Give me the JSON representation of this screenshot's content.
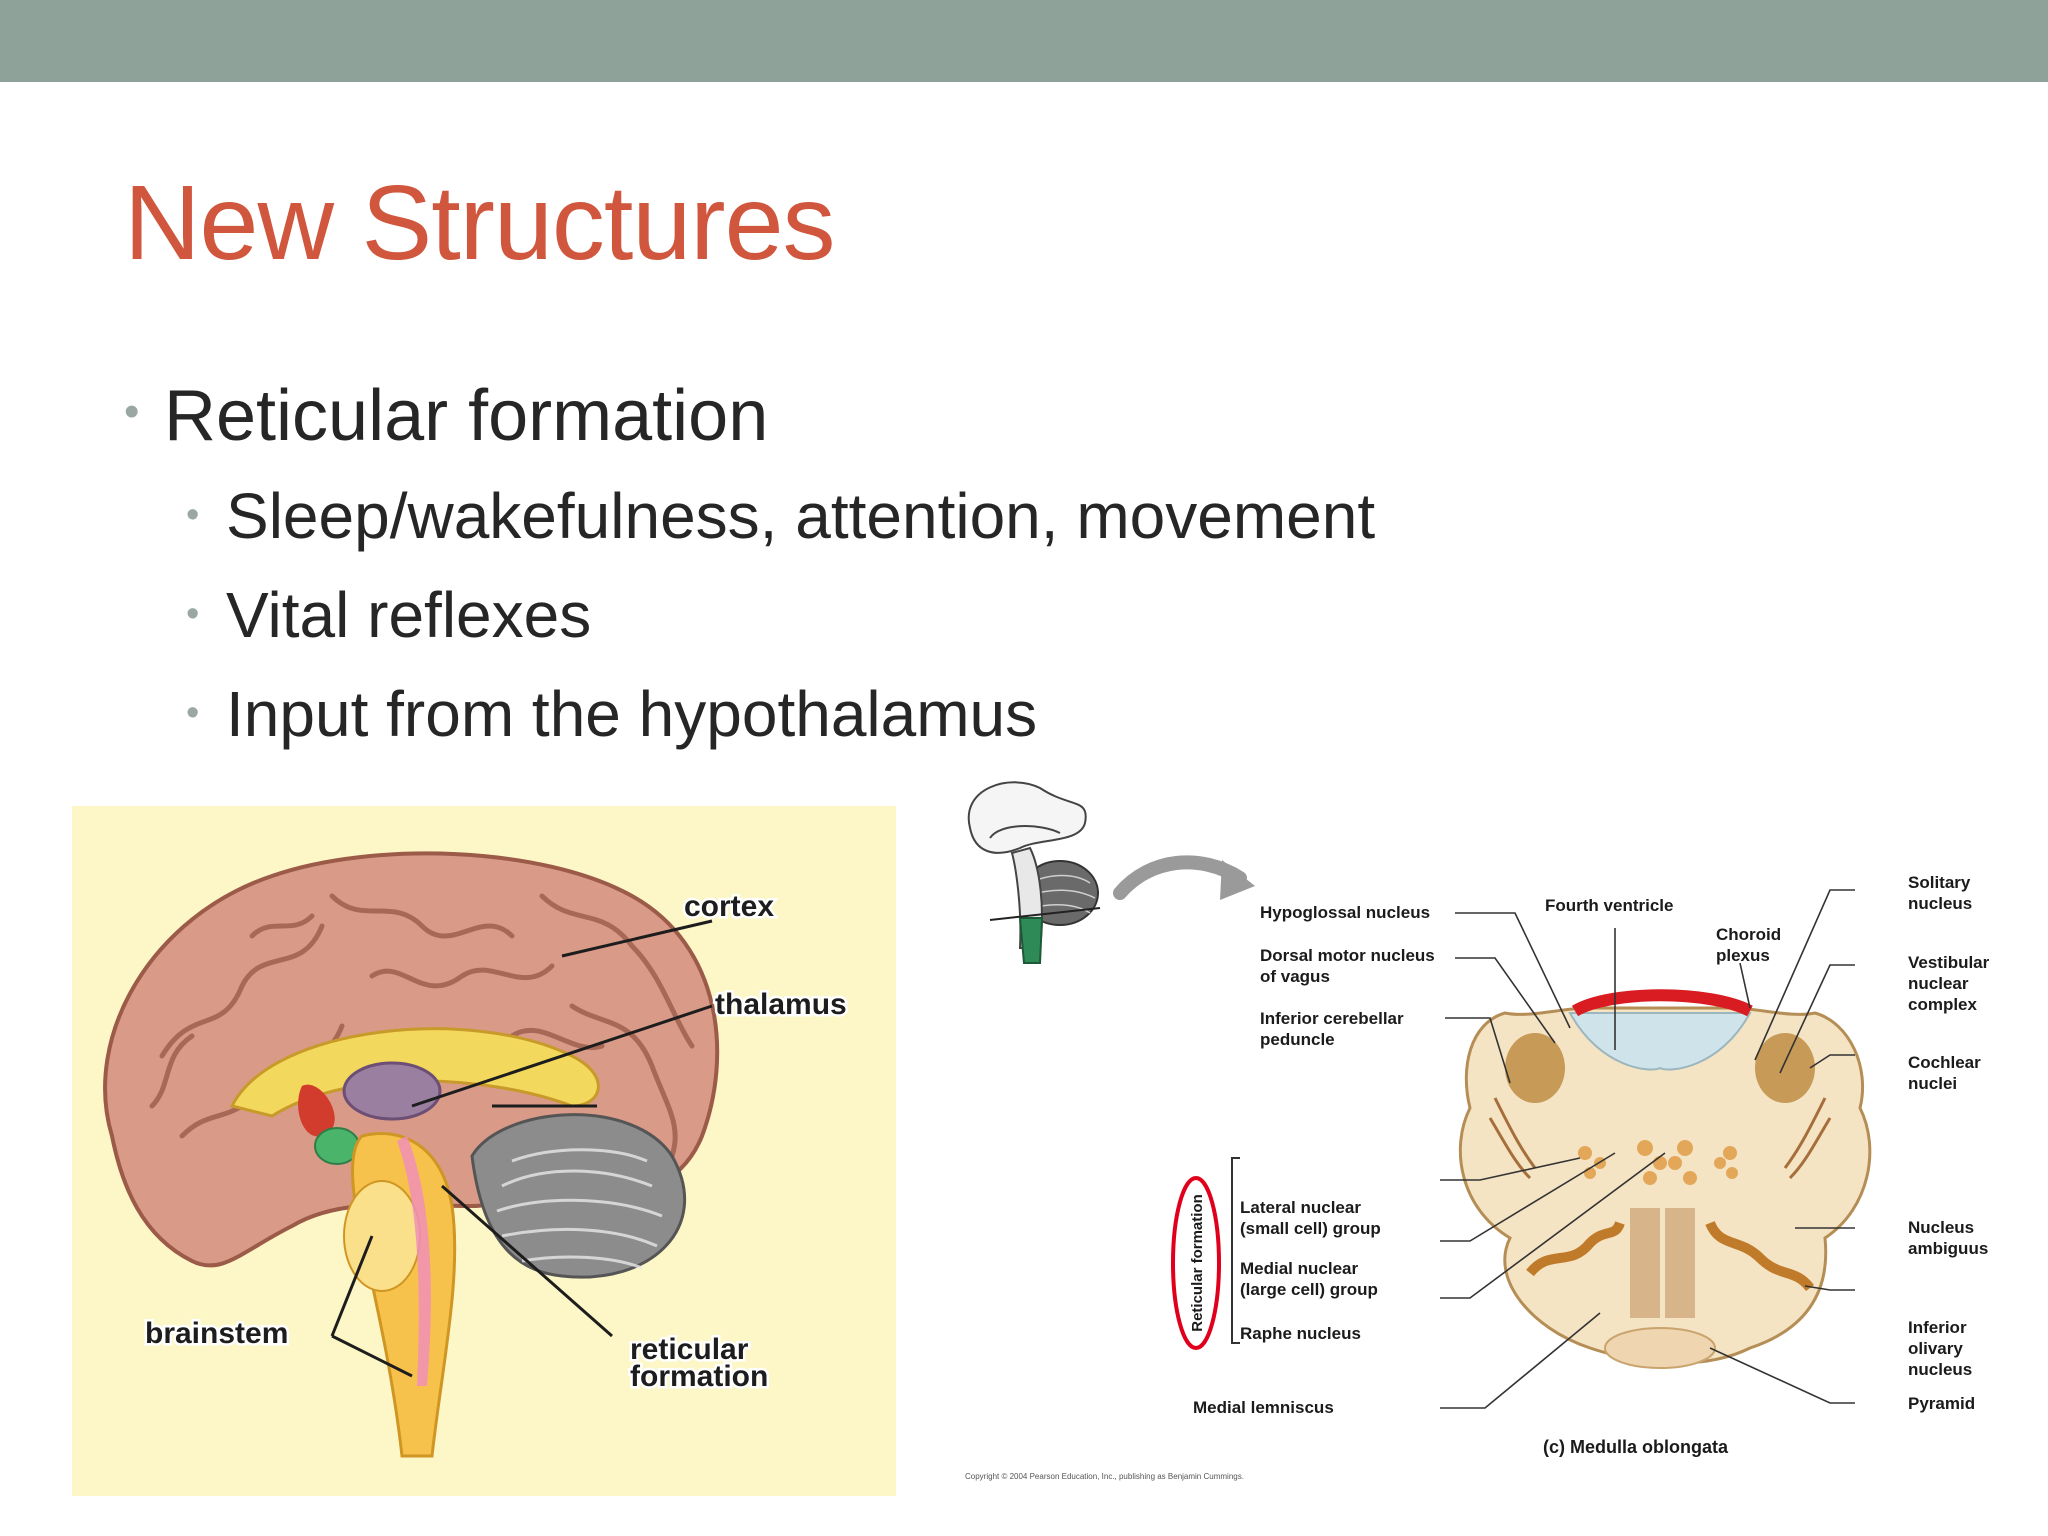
{
  "slide": {
    "title": "New Structures",
    "bullets": [
      {
        "text": "Reticular formation",
        "level": 1
      },
      {
        "text": "Sleep/wakefulness, attention, movement",
        "level": 2
      },
      {
        "text": "Vital reflexes",
        "level": 2
      },
      {
        "text": "Input from the hypothalamus",
        "level": 2
      }
    ]
  },
  "brain_figure": {
    "labels": {
      "cortex": "cortex",
      "thalamus": "thalamus",
      "brainstem": "brainstem",
      "reticular_line1": "reticular",
      "reticular_line2": "formation"
    }
  },
  "medulla_figure": {
    "labels": {
      "hypoglossal": "Hypoglossal nucleus",
      "dorsal_motor_1": "Dorsal motor nucleus",
      "dorsal_motor_2": "of vagus",
      "inferior_cerebellar_1": "Inferior cerebellar",
      "inferior_cerebellar_2": "peduncle",
      "fourth_ventricle": "Fourth ventricle",
      "choroid_1": "Choroid",
      "choroid_2": "plexus",
      "solitary_1": "Solitary",
      "solitary_2": "nucleus",
      "vestibular_1": "Vestibular",
      "vestibular_2": "nuclear",
      "vestibular_3": "complex",
      "cochlear_1": "Cochlear",
      "cochlear_2": "nuclei",
      "lateral_1": "Lateral nuclear",
      "lateral_2": "(small cell) group",
      "medial_1": "Medial nuclear",
      "medial_2": "(large cell) group",
      "raphe": "Raphe nucleus",
      "medial_lemniscus": "Medial lemniscus",
      "ambiguus_1": "Nucleus",
      "ambiguus_2": "ambiguus",
      "olivary_1": "Inferior",
      "olivary_2": "olivary",
      "olivary_3": "nucleus",
      "pyramid": "Pyramid",
      "reticular_vertical": "Reticular formation",
      "caption": "(c)  Medulla oblongata",
      "copyright": "Copyright © 2004 Pearson Education, Inc., publishing as Benjamin Cummings."
    }
  },
  "colors": {
    "top_bar": "#8fa299",
    "title": "#d0563d",
    "body_text": "#262626",
    "bullet_dot": "#9aa7a3",
    "highlight_ellipse": "#e0001b"
  }
}
